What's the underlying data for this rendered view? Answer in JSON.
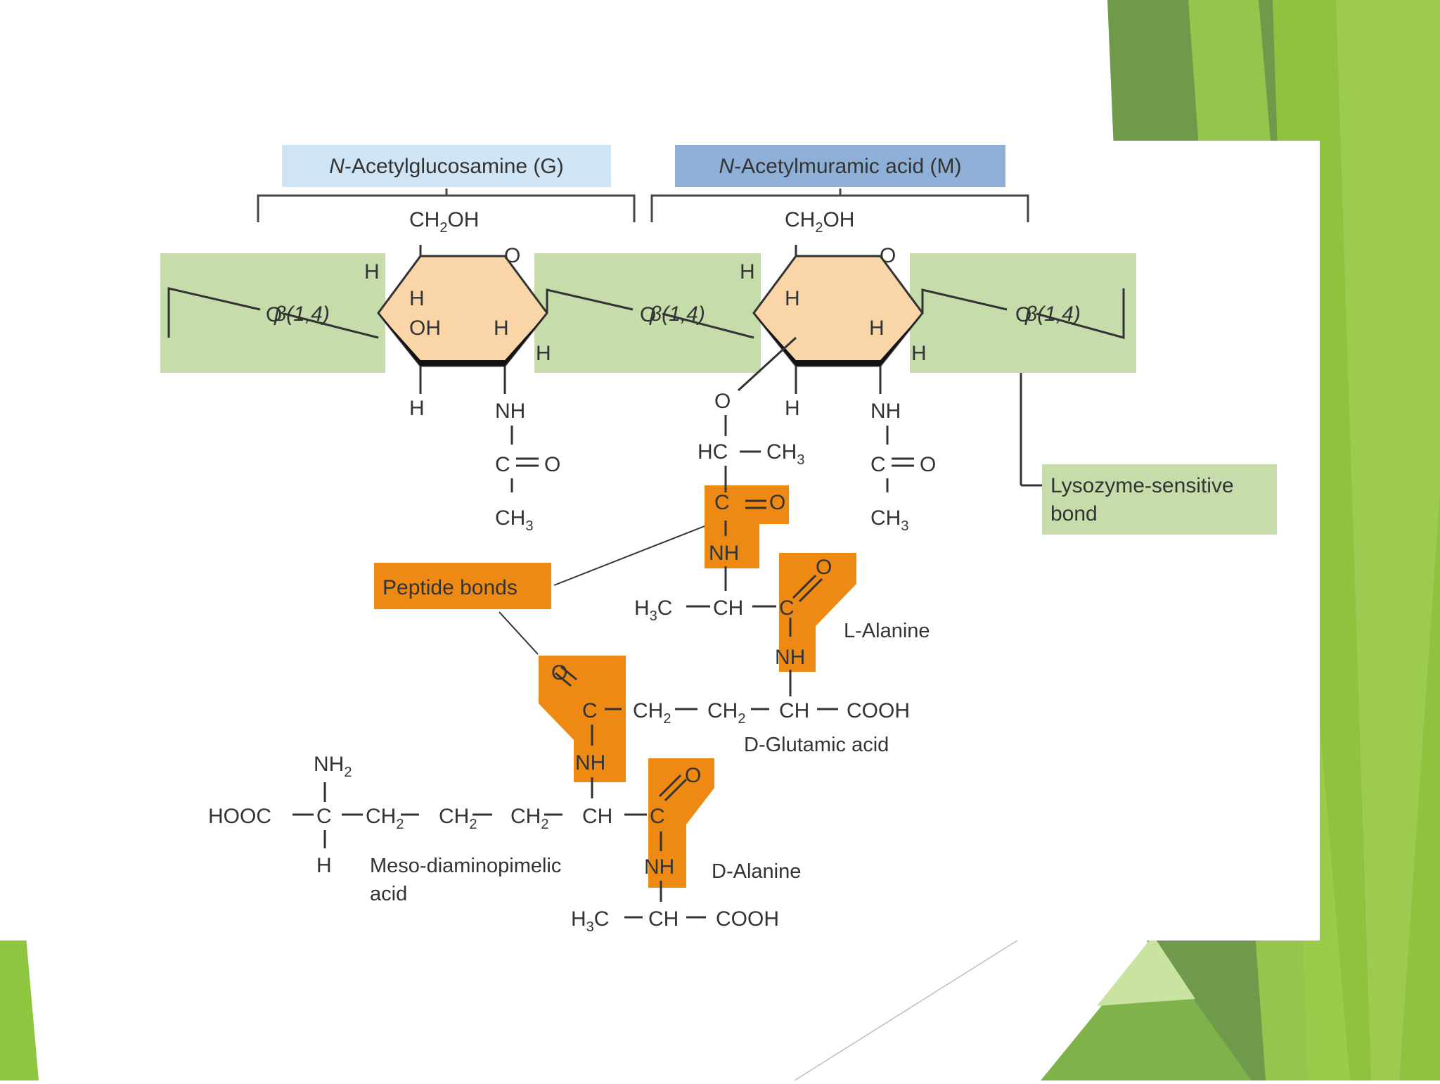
{
  "labels": {
    "nag": "N-Acetylglucosamine  (G)",
    "nag_italic": "N",
    "nag_rest": "-Acetylglucosamine  (G)",
    "nam_italic": "N",
    "nam_rest": "-Acetylmuramic acid  (M)",
    "peptide_bonds": "Peptide bonds",
    "lysozyme_1": "Lysozyme-sensitive",
    "lysozyme_2": "bond",
    "l_alanine": "L-Alanine",
    "d_glutamic": "D-Glutamic acid",
    "meso_1": "Meso-diaminopimelic",
    "meso_2": "acid",
    "d_alanine": "D-Alanine"
  },
  "atoms": {
    "beta": "β(1,4)",
    "o": "O",
    "h": "H",
    "oh": "OH",
    "nh": "NH",
    "c": "C",
    "ch": "CH",
    "hc": "HC",
    "cooh": "COOH",
    "hooc": "HOOC",
    "ch2oh": "CH",
    "ch2": "CH",
    "ch3": "CH",
    "nh2": "NH",
    "h3c": "H",
    "sub2": "2",
    "sub3": "3",
    "oh_tail": "OH",
    "c_tail": "C"
  },
  "colors": {
    "nag_box": "#cfe4f4",
    "nam_box": "#8fb0d6",
    "bond_zone": "#c6dcaa",
    "sugar_ring": "#f9d5a8",
    "peptide": "#ee8a13",
    "green_dark": "#6f9a4c",
    "green_light": "#95c441"
  }
}
